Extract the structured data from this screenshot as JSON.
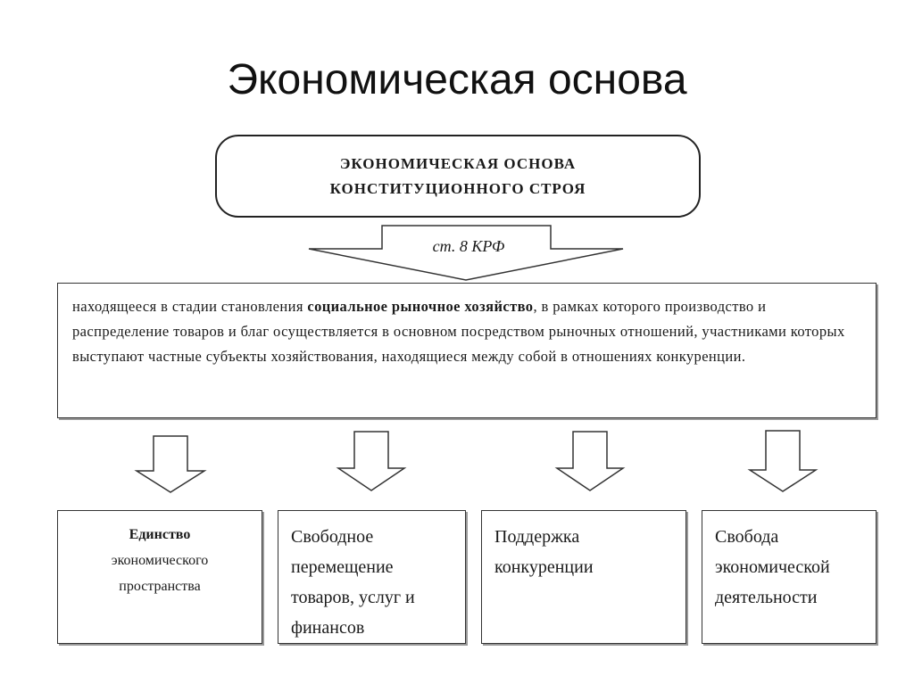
{
  "title": "Экономическая основа",
  "top_box": {
    "line1": "ЭКОНОМИЧЕСКАЯ ОСНОВА",
    "line2": "КОНСТИТУЦИОННОГО СТРОЯ"
  },
  "arrow_label": "ст. 8 КРФ",
  "description": {
    "before_bold": "находящееся в стадии становления ",
    "bold": "социальное рыночное хозяйство",
    "after_bold": ", в рамках которого производство и распределение товаров и благ осуществляется в основном посредством рыночных отношений, участниками которых выступают частные субъекты хозяйствования, находящиеся между собой в отношениях конкуренции."
  },
  "boxes": [
    {
      "lines": [
        "Единство",
        "экономического",
        "пространства"
      ]
    },
    {
      "lines": [
        "Свободное",
        "перемещение",
        "товаров, услуг и",
        "финансов"
      ]
    },
    {
      "lines": [
        "Поддержка",
        "конкуренции"
      ]
    },
    {
      "lines": [
        "Свобода",
        "экономической",
        "деятельности"
      ]
    }
  ]
}
